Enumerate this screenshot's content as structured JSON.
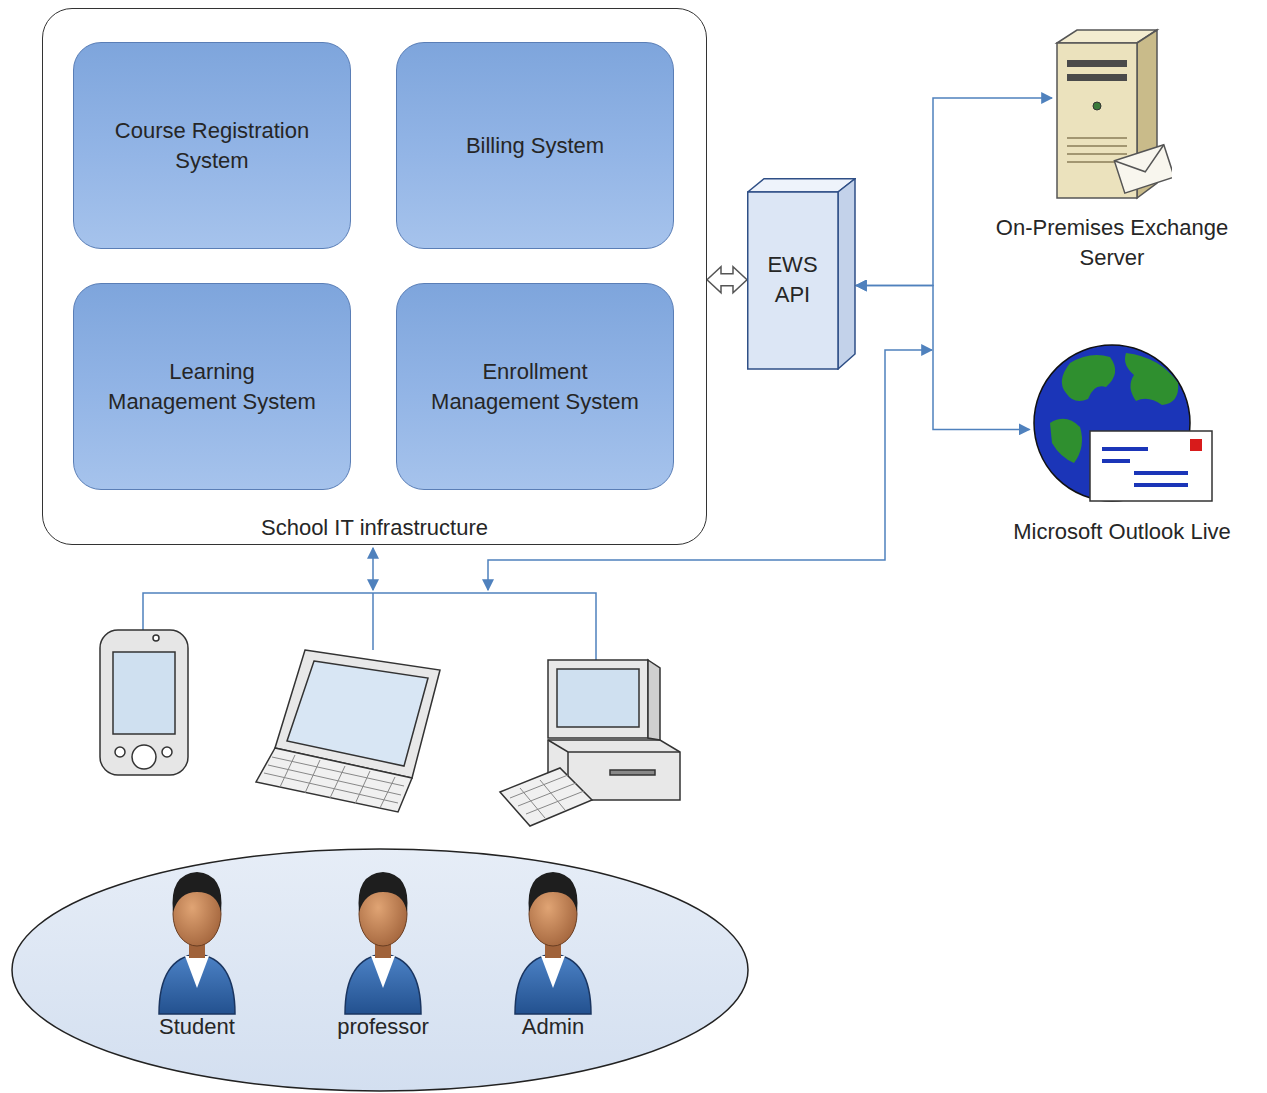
{
  "diagram": {
    "nodes": [
      {
        "text": [
          "School IT infrastructure"
        ]
      },
      {
        "text": [
          "Course Registration System"
        ],
        "in": 0
      },
      {
        "text": [
          "Billing System"
        ],
        "in": 0
      },
      {
        "text": [
          "Learning Management System"
        ],
        "in": 0
      },
      {
        "text": [
          "Enrollment Management System"
        ],
        "in": 0
      },
      {
        "text": [
          "EWS API"
        ]
      },
      {
        "text": [
          "On-Premises Exchange Server"
        ]
      },
      {
        "text": [
          "Microsoft Outlook Live"
        ]
      },
      {
        "text": [
          "Student"
        ]
      },
      {
        "text": [
          "professor"
        ]
      },
      {
        "text": [
          "Admin"
        ]
      }
    ],
    "edges": [
      {
        "from": 0,
        "to": 5,
        "arrow": "both"
      },
      {
        "from": 5,
        "to": 6,
        "arrow": "both"
      },
      {
        "from": 5,
        "to": 7,
        "arrow": "both"
      }
    ]
  }
}
